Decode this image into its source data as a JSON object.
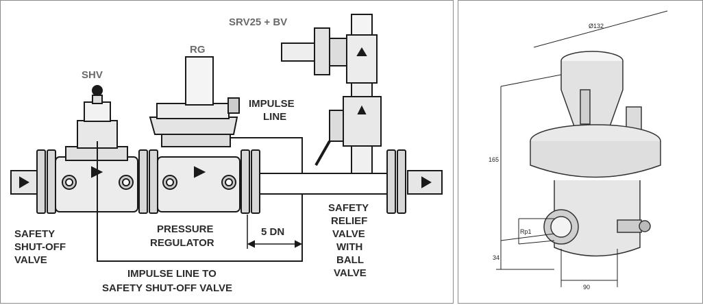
{
  "schematic": {
    "labels": {
      "srv": "SRV25 + BV",
      "rg": "RG",
      "shv": "SHV",
      "impulse_line_1": "IMPULSE",
      "impulse_line_2": "LINE",
      "safety_shutoff_1": "SAFETY",
      "safety_shutoff_2": "SHUT-OFF",
      "safety_shutoff_3": "VALVE",
      "pressure_reg_1": "PRESSURE",
      "pressure_reg_2": "REGULATOR",
      "dn": "5 DN",
      "impulse_to_1": "IMPULSE LINE TO",
      "impulse_to_2": "SAFETY SHUT-OFF VALVE",
      "relief_1": "SAFETY",
      "relief_2": "RELIEF",
      "relief_3": "VALVE",
      "relief_4": "WITH",
      "relief_5": "BALL",
      "relief_6": "VALVE"
    }
  },
  "drawing": {
    "dimensions": {
      "diameter": "Ø132",
      "height": "165",
      "thread": "Rp1",
      "offset": "34",
      "width": "90"
    }
  }
}
